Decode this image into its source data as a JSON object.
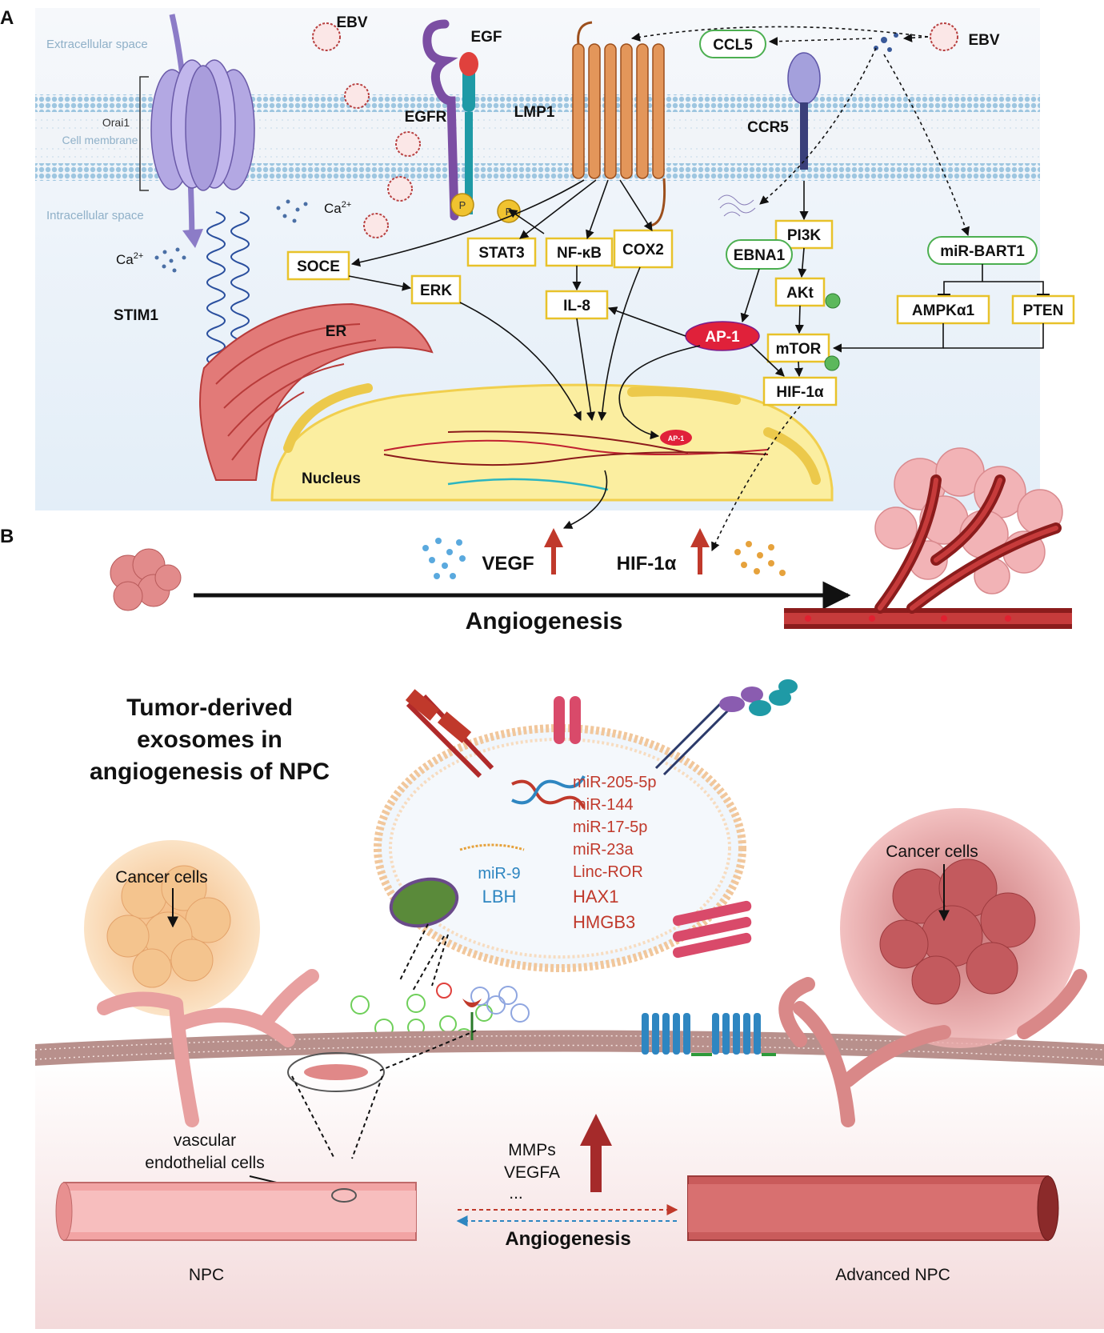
{
  "panel_a": {
    "letter": "A",
    "extracellular": "Extracellular space",
    "intracellular": "Intracellular space",
    "orai1": "Orai1",
    "cell_membrane": "Cell membrane",
    "ebv_left": "EBV",
    "ebv_right": "EBV",
    "egf": "EGF",
    "egfr": "EGFR",
    "lmp1": "LMP1",
    "ccl5": "CCL5",
    "ccr5": "CCR5",
    "ca": "Ca",
    "ca_sup": "2+",
    "stim1": "STIM1",
    "er": "ER",
    "nucleus": "Nucleus",
    "p": "P",
    "boxes": {
      "soce": "SOCE",
      "erk": "ERK",
      "stat3": "STAT3",
      "nfkb": "NF-κB",
      "cox2": "COX2",
      "il8": "IL-8",
      "pi3k": "PI3K",
      "akt": "AKt",
      "mtor": "mTOR",
      "hif": "HIF-1α",
      "ampk": "AMPKα1",
      "pten": "PTEN",
      "ebna1": "EBNA1",
      "mir_bart1": "miR-BART1",
      "ap1": "AP-1",
      "ap1_small": "AP-1"
    },
    "vegf": "VEGF",
    "hif_bottom": "HIF-1α",
    "angiogenesis": "Angiogenesis"
  },
  "panel_b": {
    "letter": "B",
    "title": [
      "Tumor-derived",
      "exosomes in",
      "angiogenesis of NPC"
    ],
    "red_list": [
      "miR-205-5p",
      "miR-144",
      "miR-17-5p",
      "miR-23a",
      "Linc-ROR",
      "HAX1",
      "HMGB3"
    ],
    "blue_list": [
      "miR-9",
      "LBH"
    ],
    "cancer_left": "Cancer cells",
    "cancer_right": "Cancer cells",
    "vascular": [
      "vascular",
      "endothelial cells"
    ],
    "factors": [
      "MMPs",
      "VEGFA",
      "..."
    ],
    "angiogenesis": "Angiogenesis",
    "npc": "NPC",
    "advanced_npc": "Advanced NPC"
  },
  "colors": {
    "box_border": "#e8c22a",
    "green_border": "#4caf50",
    "red_text": "#c0392b",
    "blue_text": "#2e86c1",
    "membrane": "#9ec6e0",
    "er": "#d9534f",
    "nucleus": "#fbeea0"
  }
}
